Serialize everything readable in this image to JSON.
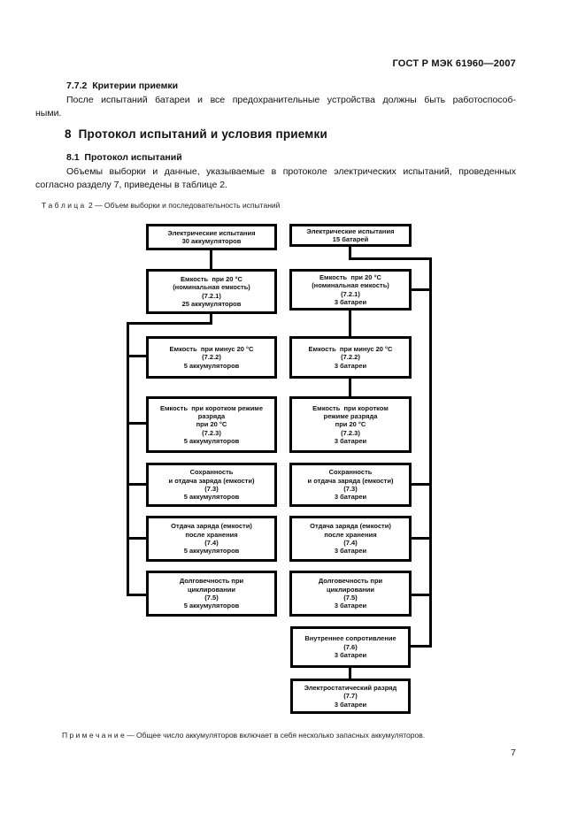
{
  "header": {
    "doc_code": "ГОСТ Р МЭК 61960—2007"
  },
  "sections": {
    "s772": {
      "heading": "7.7.2  Критерии приемки",
      "para_line1": "После испытаний батареи и все предохранительные устройства должны быть работоспособ-",
      "para_line2": "ными."
    },
    "s8": {
      "heading": "8  Протокол испытаний и условия приемки"
    },
    "s81": {
      "heading": "8.1  Протокол испытаний",
      "para_line1": "Объемы выборки и данные, указываемые в протоколе электрических испытаний, проведенных",
      "para_line2": "согласно разделу 7, приведены в таблице 2."
    }
  },
  "table2": {
    "caption": "Т а б л и ц а  2 — Объем выборки и последовательность испытаний",
    "note": "П р и м е ч а н и е — Общее число аккумуляторов включает в себя несколько запасных аккумуляторов."
  },
  "flowchart": {
    "cells_column": [
      {
        "text": "Электрические испытания\n30 аккумуляторов"
      },
      {
        "text": "Емкость  при 20 °С\n(номинальная емкость)\n(7.2.1)\n25 аккумуляторов"
      },
      {
        "text": "Емкость  при минус 20 °С\n(7.2.2)\n5 аккумуляторов"
      },
      {
        "text": "Емкость  при коротком режиме\nразряда\nпри 20 °С\n(7.2.3)\n5 аккумуляторов"
      },
      {
        "text": "Сохранность\nи отдача заряда (емкости)\n(7.3)\n5 аккумуляторов"
      },
      {
        "text": "Отдача заряда (емкости)\nпосле хранения\n(7.4)\n5 аккумуляторов"
      },
      {
        "text": "Долговечность при\nциклировании\n(7.5)\n5 аккумуляторов"
      }
    ],
    "batteries_column": [
      {
        "text": "Электрические испытания\n15 батарей"
      },
      {
        "text": "Емкость  при 20 °С\n(номинальная емкость)\n(7.2.1)\n3 батареи"
      },
      {
        "text": "Емкость  при минус 20 °С\n(7.2.2)\n3 батареи"
      },
      {
        "text": "Емкость  при коротком\nрежиме разряда\nпри 20 °С\n(7.2.3)\n3 батареи"
      },
      {
        "text": "Сохранность\nи отдача заряда (емкости)\n(7.3)\n3 батареи"
      },
      {
        "text": "Отдача заряда (емкости)\nпосле хранения\n(7.4)\n3 батареи"
      },
      {
        "text": "Долговечность при\nциклировании\n(7.5)\n3 батареи"
      },
      {
        "text": "Внутреннее сопротивление\n(7.6)\n3 батареи"
      },
      {
        "text": "Электростатический разряд\n(7.7)\n3 батареи"
      }
    ]
  },
  "page": {
    "number": "7"
  }
}
